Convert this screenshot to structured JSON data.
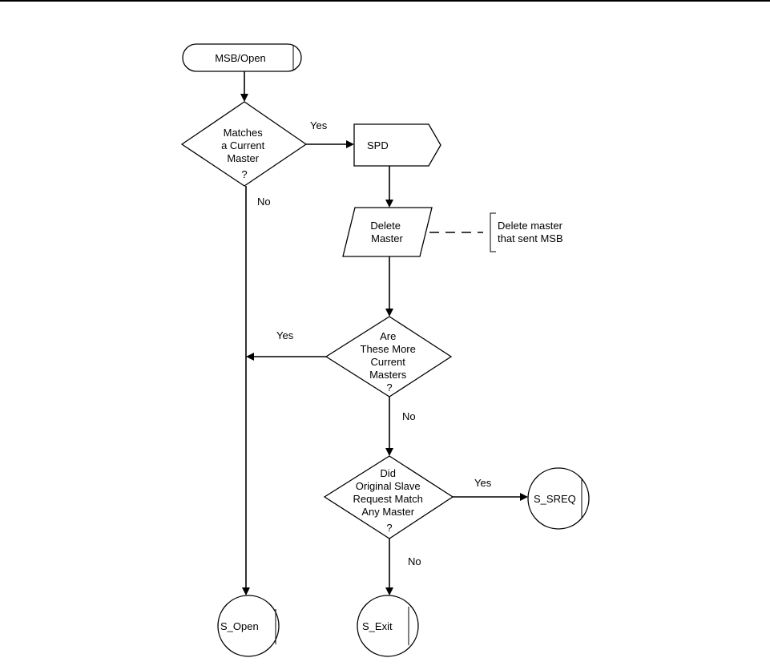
{
  "nodes": {
    "start": {
      "label": "MSB/Open"
    },
    "decision_match": {
      "lines": [
        "Matches",
        "a Current",
        "Master",
        "?"
      ]
    },
    "spd": {
      "label": "SPD"
    },
    "delete": {
      "lines": [
        "Delete",
        "Master"
      ]
    },
    "annotation": {
      "lines": [
        "Delete master",
        "that sent MSB"
      ]
    },
    "decision_more": {
      "lines": [
        "Are",
        "These More",
        "Current",
        "Masters",
        "?"
      ]
    },
    "decision_slave": {
      "lines": [
        "Did",
        "Original Slave",
        "Request Match",
        "Any Master",
        "?"
      ]
    },
    "s_sreq": {
      "label": "S_SREQ"
    },
    "s_open": {
      "label": "S_Open"
    },
    "s_exit": {
      "label": "S_Exit"
    }
  },
  "edges": {
    "match_yes": "Yes",
    "match_no": "No",
    "more_yes": "Yes",
    "more_no": "No",
    "slave_yes": "Yes",
    "slave_no": "No"
  }
}
